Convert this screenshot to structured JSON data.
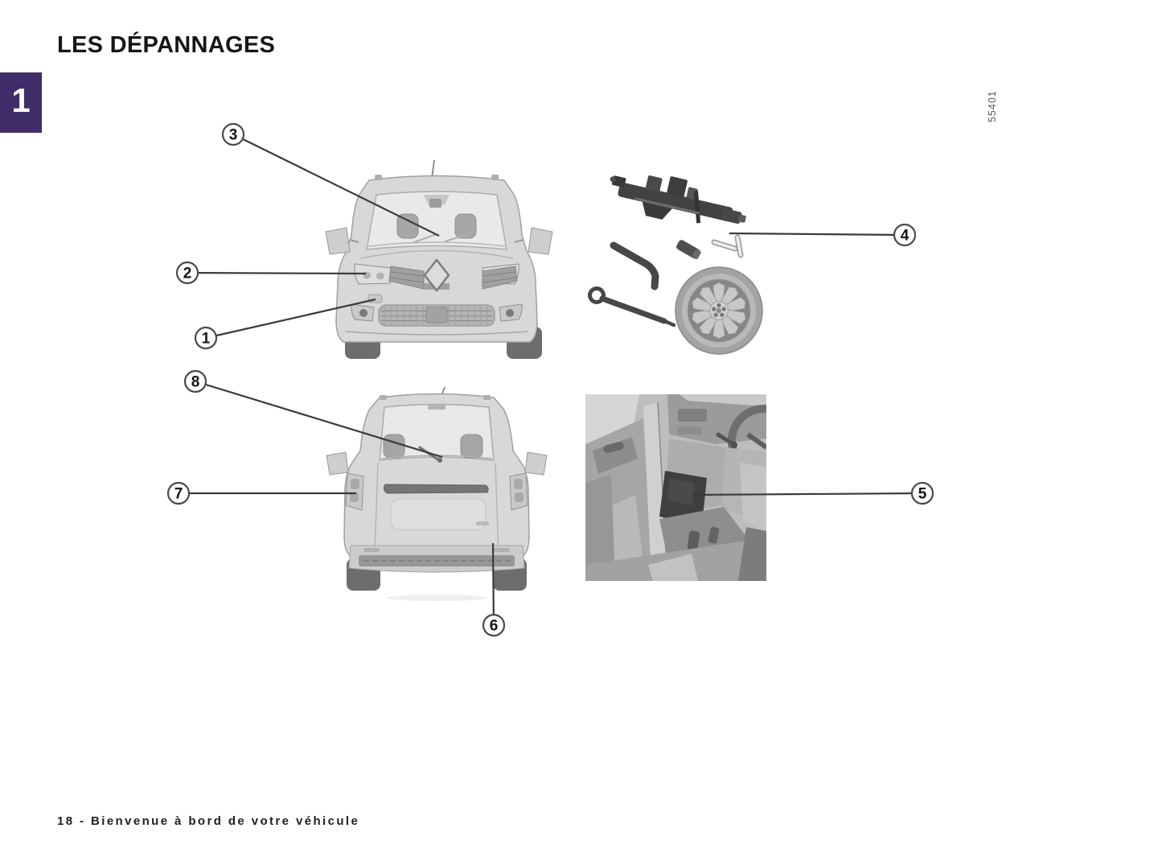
{
  "page": {
    "title": "LES DÉPANNAGES",
    "chapter_number": "1",
    "figure_code": "55401",
    "footer_text": "18 - Bienvenue à bord de votre véhicule"
  },
  "colors": {
    "accent_purple": "#3E2D68",
    "leader_line": "#3B3B3B",
    "callout_ring": "#4A4A4A",
    "figure_code_text": "#585858"
  },
  "callouts": [
    {
      "number": "1"
    },
    {
      "number": "2"
    },
    {
      "number": "3"
    },
    {
      "number": "4"
    },
    {
      "number": "5"
    },
    {
      "number": "6"
    },
    {
      "number": "7"
    },
    {
      "number": "8"
    }
  ],
  "illustrations": [
    {
      "name": "vehicle-front-view"
    },
    {
      "name": "jack-and-tools-kit"
    },
    {
      "name": "vehicle-rear-view"
    },
    {
      "name": "driver-footwell-interior"
    }
  ]
}
